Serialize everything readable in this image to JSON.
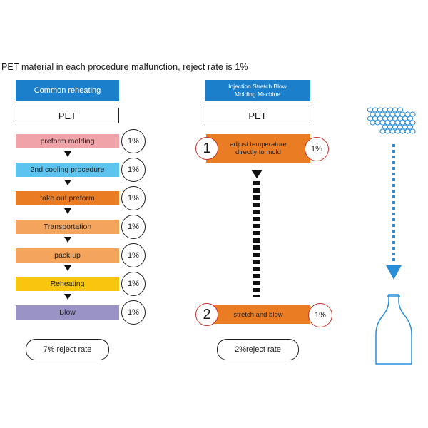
{
  "title": "PET material in each procedure malfunction, reject rate is 1%",
  "left": {
    "header": "Common reheating",
    "material": "PET",
    "steps": [
      {
        "label": "preform molding",
        "color": "#f0a3a8",
        "rate": "1%"
      },
      {
        "label": "2nd cooling procedure",
        "color": "#5cc4ee",
        "rate": "1%"
      },
      {
        "label": "take out preform",
        "color": "#ea7c23",
        "rate": "1%"
      },
      {
        "label": "Transportation",
        "color": "#f4a45c",
        "rate": "1%"
      },
      {
        "label": "pack up",
        "color": "#f4a45c",
        "rate": "1%"
      },
      {
        "label": "Reheating",
        "color": "#f8c60f",
        "rate": "1%"
      },
      {
        "label": "Blow",
        "color": "#9a93c6",
        "rate": "1%"
      }
    ],
    "total": "7% reject rate"
  },
  "middle": {
    "header_line1": "Injection  Stretch  Blow",
    "header_line2": "Molding Machine",
    "material": "PET",
    "step1": {
      "number": "1",
      "line1": "adjust temperature",
      "line2": "directly to mold",
      "rate": "1%"
    },
    "step2": {
      "number": "2",
      "label": "stretch and blow",
      "rate": "1%"
    },
    "total": "2%reject rate"
  },
  "colors": {
    "header_blue": "#1b7fcc",
    "orange": "#ea7c23",
    "red_ring": "#c8342c",
    "pellet_blue": "#2a8fd8"
  }
}
